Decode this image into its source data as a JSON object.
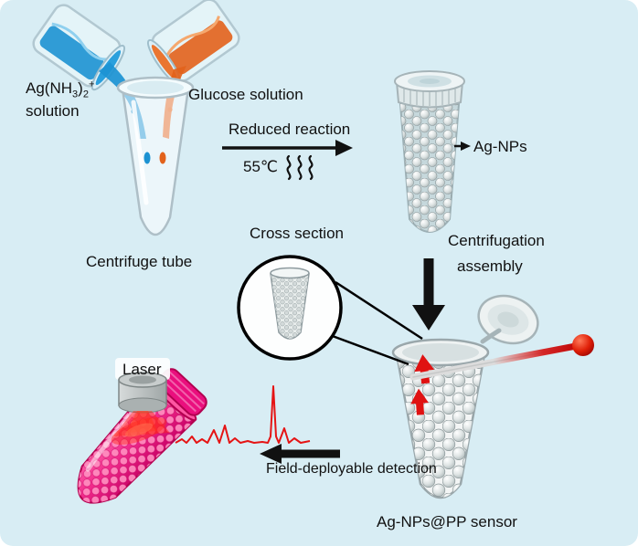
{
  "figure": {
    "background": "#d8edf4"
  },
  "labels": {
    "ag_solution": {
      "prefix": "Ag(NH",
      "sub_3": "3",
      "paren": ")",
      "sub_2": "2",
      "sup_plus": "+",
      "line2": "solution"
    },
    "glucose_solution": "Glucose solution",
    "centrifuge_tube": "Centrifuge tube",
    "reduced_reaction": "Reduced reaction",
    "temperature": "55℃",
    "ag_nps": "Ag-NPs",
    "cross_section": "Cross section",
    "centrifugation_line1": "Centrifugation",
    "centrifugation_line2": "assembly",
    "laser": "Laser",
    "field_detection": "Field-deployable detection",
    "sensor_name": "Ag-NPs@PP sensor"
  },
  "colors": {
    "background": "#d8edf4",
    "silver_solution_blue": "#1c92d2",
    "glucose_orange": "#e2621b",
    "laser_red": "#e51414",
    "tube_pink": "#ea0f7e",
    "nanoparticle_gray": "#c6d8dc",
    "arrow_black": "#111111"
  }
}
